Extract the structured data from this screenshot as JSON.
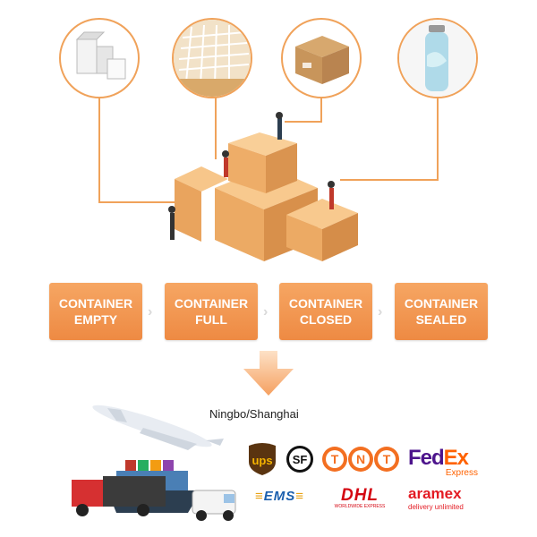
{
  "steps": [
    {
      "line1": "CONTAINER",
      "line2": "EMPTY"
    },
    {
      "line1": "CONTAINER",
      "line2": "FULL"
    },
    {
      "line1": "CONTAINER",
      "line2": "CLOSED"
    },
    {
      "line1": "CONTAINER",
      "line2": "SEALED"
    }
  ],
  "route": "Ningbo/Shanghai",
  "carriers": {
    "ups": "ups",
    "sf": "SF",
    "tnt": [
      "T",
      "N",
      "T"
    ],
    "fedex_fed": "Fed",
    "fedex_ex": "Ex",
    "fedex_express": "Express",
    "ems": "EMS",
    "dhl": "DHL",
    "dhl_tag": "WORLDWIDE EXPRESS",
    "aramex": "aramex",
    "aramex_tag": "delivery unlimited"
  },
  "colors": {
    "accent": "#f0a25a",
    "step_fill": "#ee8a43",
    "ups_brown": "#5a3410",
    "ups_gold": "#f5b400",
    "tnt_orange": "#f36f21",
    "fedex_purple": "#4d148c",
    "fedex_orange": "#ff6200",
    "ems_blue": "#1b5fae",
    "dhl_red": "#d40511",
    "aramex_red": "#e31b23"
  }
}
